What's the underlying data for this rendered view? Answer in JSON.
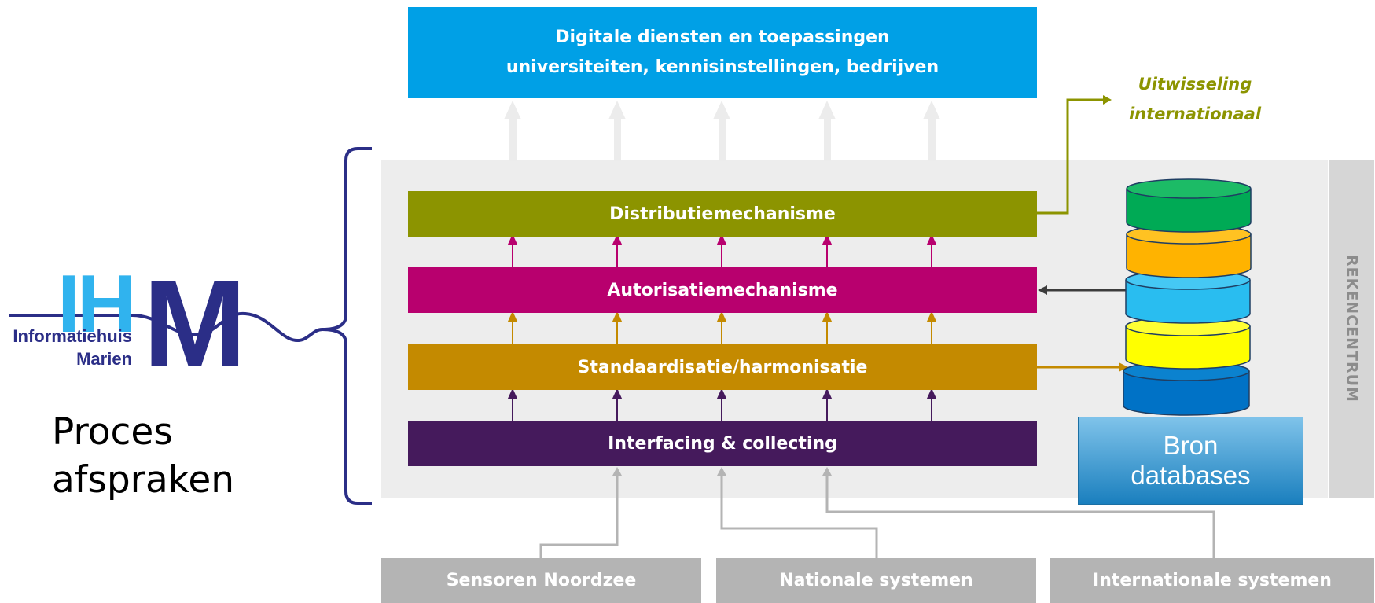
{
  "top_box": {
    "line1": "Digitale diensten en toepassingen",
    "line2": "universiteiten, kennisinstellingen, bedrijven"
  },
  "layers": {
    "distributie": "Distributiemechanisme",
    "autorisatie": "Autorisatiemechanisme",
    "standaardisatie": "Standaardisatie/harmonisatie",
    "interfacing": "Interfacing & collecting"
  },
  "exchange_label": {
    "line1": "Uitwisseling",
    "line2": "internationaal"
  },
  "rekencentrum_label": "REKENCENTRUM",
  "bron": {
    "line1": "Bron",
    "line2": "databases"
  },
  "sources": {
    "sensoren": "Sensoren Noordzee",
    "nationale": "Nationale systemen",
    "internationale": "Internationale systemen"
  },
  "logo": {
    "letters": "IH",
    "m": "M",
    "line1": "Informatiehuis",
    "line2": "Marien"
  },
  "proces": {
    "line1": "Proces",
    "line2": "afspraken"
  },
  "colors": {
    "top_box": "#00a0e6",
    "distributie": "#8c9400",
    "autorisatie": "#b8006e",
    "standaardisatie": "#c48a00",
    "interfacing": "#451a5c",
    "sources": "#b4b4b4",
    "brace": "#2b2e87",
    "db_cylinders": [
      "#00aa55",
      "#ffb300",
      "#29bdf0",
      "#ffff00",
      "#0072c6"
    ]
  }
}
